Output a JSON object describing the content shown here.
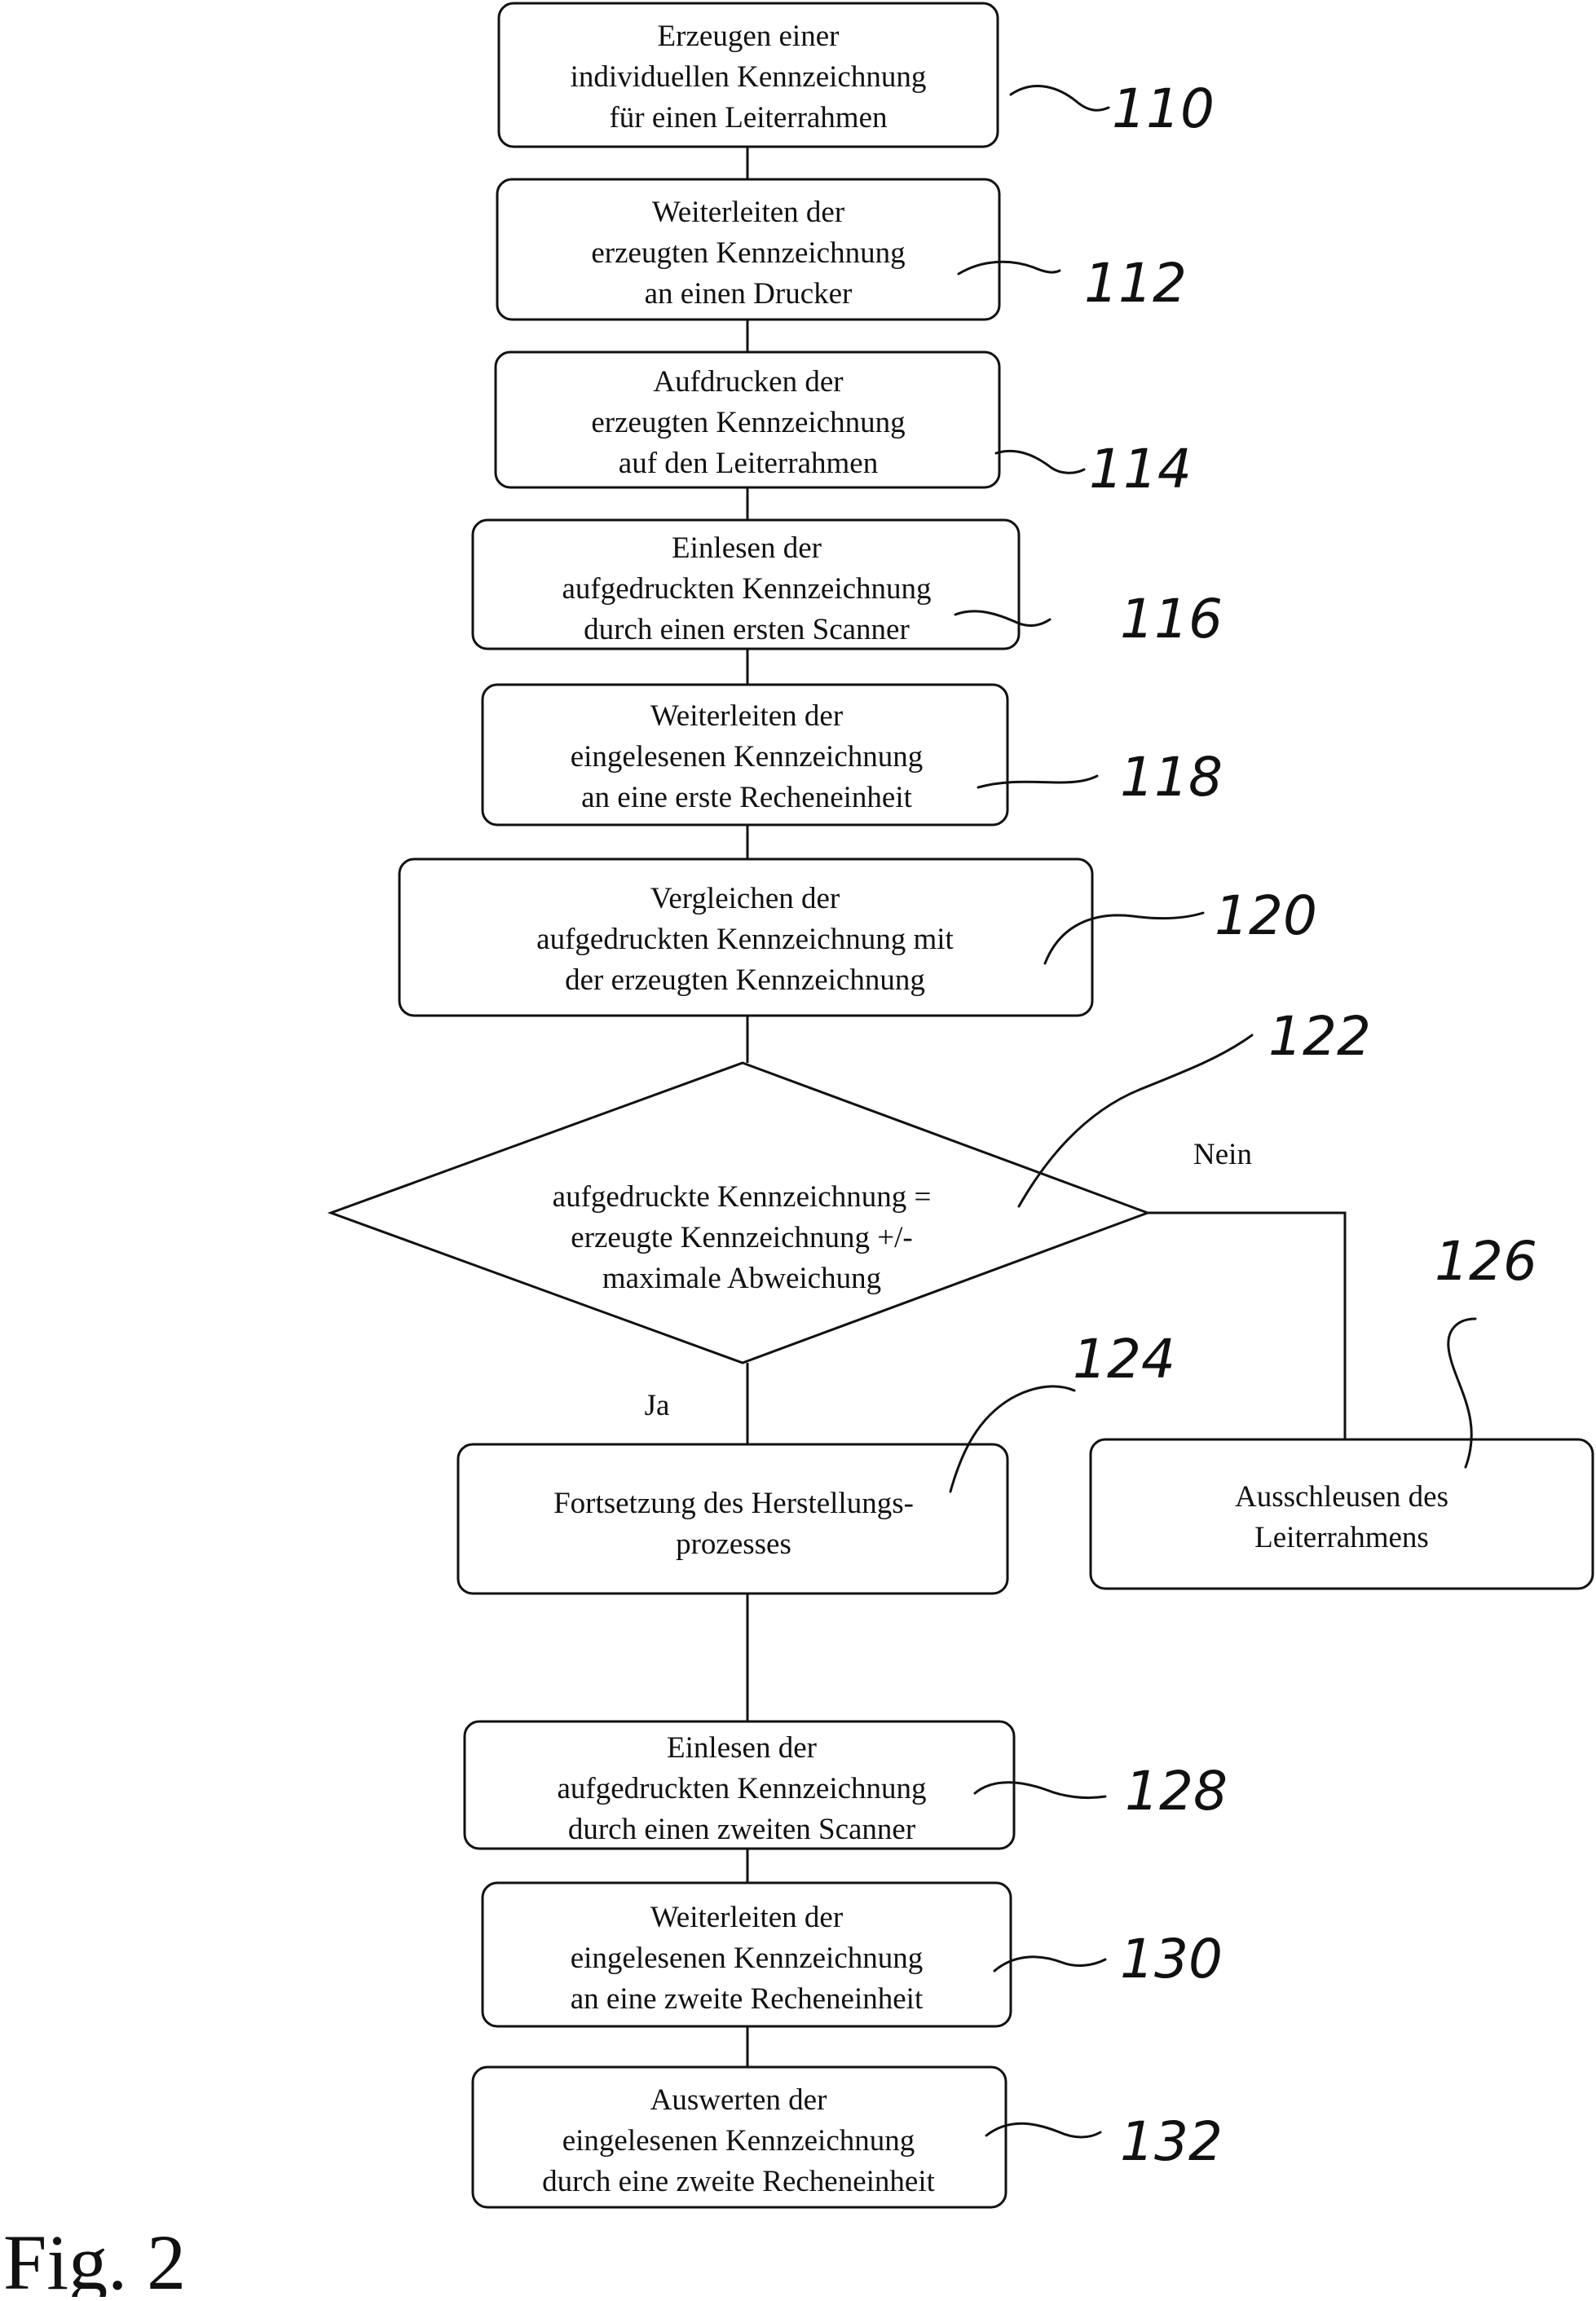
{
  "steps": [
    {
      "id": "110",
      "lines": [
        "Erzeugen einer",
        "individuellen Kennzeichnung",
        "für einen Leiterrahmen"
      ]
    },
    {
      "id": "112",
      "lines": [
        "Weiterleiten der",
        "erzeugten Kennzeichnung",
        "an einen Drucker"
      ]
    },
    {
      "id": "114",
      "lines": [
        "Aufdrucken der",
        "erzeugten Kennzeichnung",
        "auf den Leiterrahmen"
      ]
    },
    {
      "id": "116",
      "lines": [
        "Einlesen der",
        "aufgedruckten Kennzeichnung",
        "durch einen ersten Scanner"
      ]
    },
    {
      "id": "118",
      "lines": [
        "Weiterleiten der",
        "eingelesenen Kennzeichnung",
        "an eine erste Recheneinheit"
      ]
    },
    {
      "id": "120",
      "lines": [
        "Vergleichen der",
        "aufgedruckten Kennzeichnung mit",
        "der erzeugten Kennzeichnung"
      ]
    },
    {
      "id": "124",
      "lines": [
        "Fortsetzung des Herstellungs-",
        "prozesses"
      ]
    },
    {
      "id": "126",
      "lines": [
        "Ausschleusen des",
        "Leiterrahmens"
      ]
    },
    {
      "id": "128",
      "lines": [
        "Einlesen der",
        "aufgedruckten Kennzeichnung",
        "durch einen zweiten Scanner"
      ]
    },
    {
      "id": "130",
      "lines": [
        "Weiterleiten der",
        "eingelesenen Kennzeichnung",
        "an eine zweite Recheneinheit"
      ]
    },
    {
      "id": "132",
      "lines": [
        "Auswerten der",
        "eingelesenen Kennzeichnung",
        "durch eine zweite Recheneinheit"
      ]
    }
  ],
  "decision": {
    "id": "122",
    "lines": [
      "aufgedruckte Kennzeichnung =",
      "erzeugte Kennzeichnung +/-",
      "maximale Abweichung"
    ],
    "yes_label": "Ja",
    "no_label": "Nein"
  },
  "reference_labels": {
    "r110": "110",
    "r112": "112",
    "r114": "114",
    "r116": "116",
    "r118": "118",
    "r120": "120",
    "r122": "122",
    "r124": "124",
    "r126": "126",
    "r128": "128",
    "r130": "130",
    "r132": "132"
  },
  "figure_label": "Fig. 2"
}
